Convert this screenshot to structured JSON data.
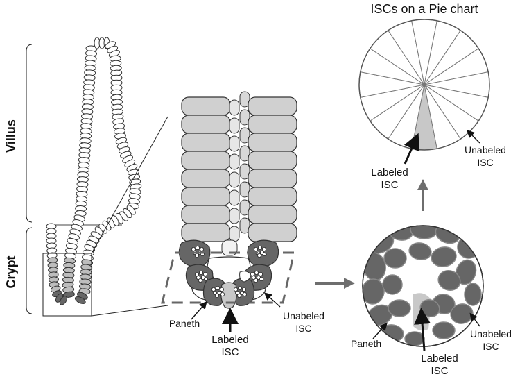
{
  "labels": {
    "title": "ISCs on a Pie chart",
    "villus": "Villus",
    "crypt": "Crypt",
    "paneth": "Paneth",
    "labeled": [
      "Labeled",
      "ISC"
    ],
    "unlabeled": [
      "Unabeled",
      "ISC"
    ]
  },
  "colors": {
    "dark_cell": "#666666",
    "light_cell": "#d0d0d0",
    "lighter_cell": "#e6e6e6",
    "labeled_slice": "#c8c8c8",
    "arrow": "#6e6e6e",
    "outline": "#333333"
  },
  "chart_data": {
    "type": "pie",
    "title": "ISCs on a Pie chart",
    "slices": 16,
    "labeled_slices": 1
  }
}
